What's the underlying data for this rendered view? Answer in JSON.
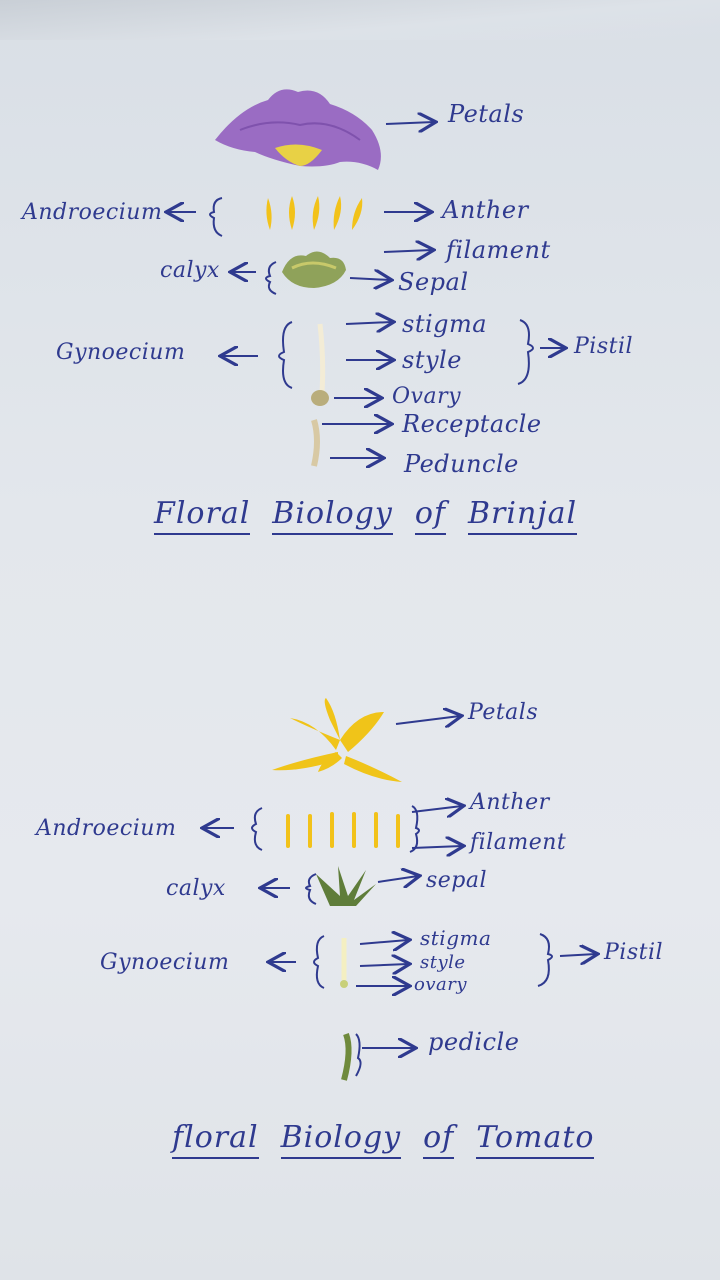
{
  "brinjal": {
    "labels": {
      "petals": "Petals",
      "androecium": "Androecium",
      "anther": "Anther",
      "filament": "filament",
      "calyx": "calyx",
      "sepal": "Sepal",
      "gynoecium": "Gynoecium",
      "stigma": "stigma",
      "style": "style",
      "ovary": "Ovary",
      "pistil": "Pistil",
      "receptacle": "Receptacle",
      "peduncle": "Peduncle"
    },
    "title": [
      "Floral",
      "Biology",
      "of",
      "Brinjal"
    ]
  },
  "tomato": {
    "labels": {
      "petals": "Petals",
      "androecium": "Androecium",
      "anther": "Anther",
      "filament": "filament",
      "calyx": "calyx",
      "sepal": "sepal",
      "gynoecium": "Gynoecium",
      "stigma": "stigma",
      "style": "style",
      "ovary": "ovary",
      "pistil": "Pistil",
      "pedicle": "pedicle"
    },
    "title": [
      "floral",
      "Biology",
      "of",
      "Tomato"
    ]
  },
  "colors": {
    "ink": "#2f3a8f",
    "brinjal_petal": "#9b6fc4",
    "anther_yellow": "#f2c21a",
    "tomato_petal": "#f0c419",
    "sepal_green": "#5f7d3a"
  }
}
